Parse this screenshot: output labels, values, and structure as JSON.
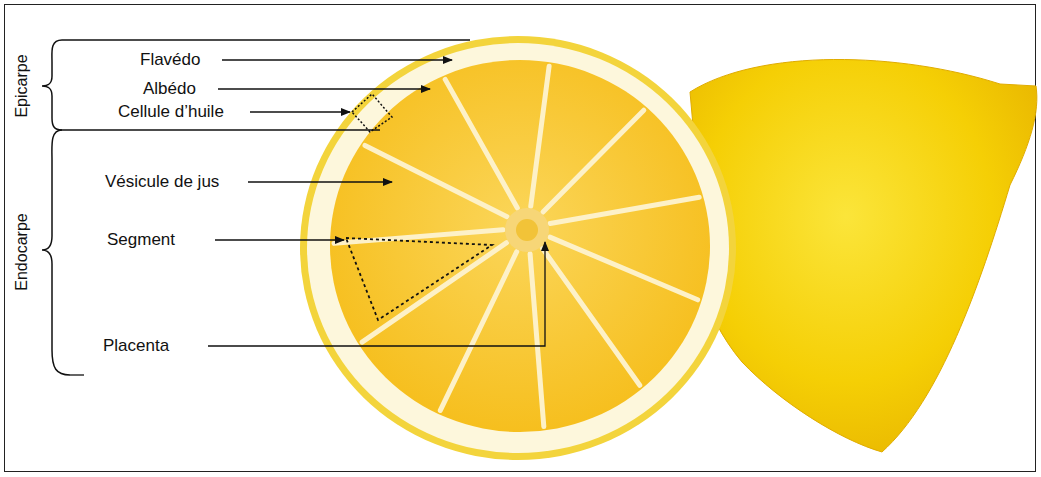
{
  "diagram": {
    "labels": [
      "Epicarpe",
      "Flavédo",
      "Albédo",
      "Cellule d’huile",
      "Vésicule de jus",
      "Segment",
      "Endocarpe",
      "Placenta"
    ]
  }
}
